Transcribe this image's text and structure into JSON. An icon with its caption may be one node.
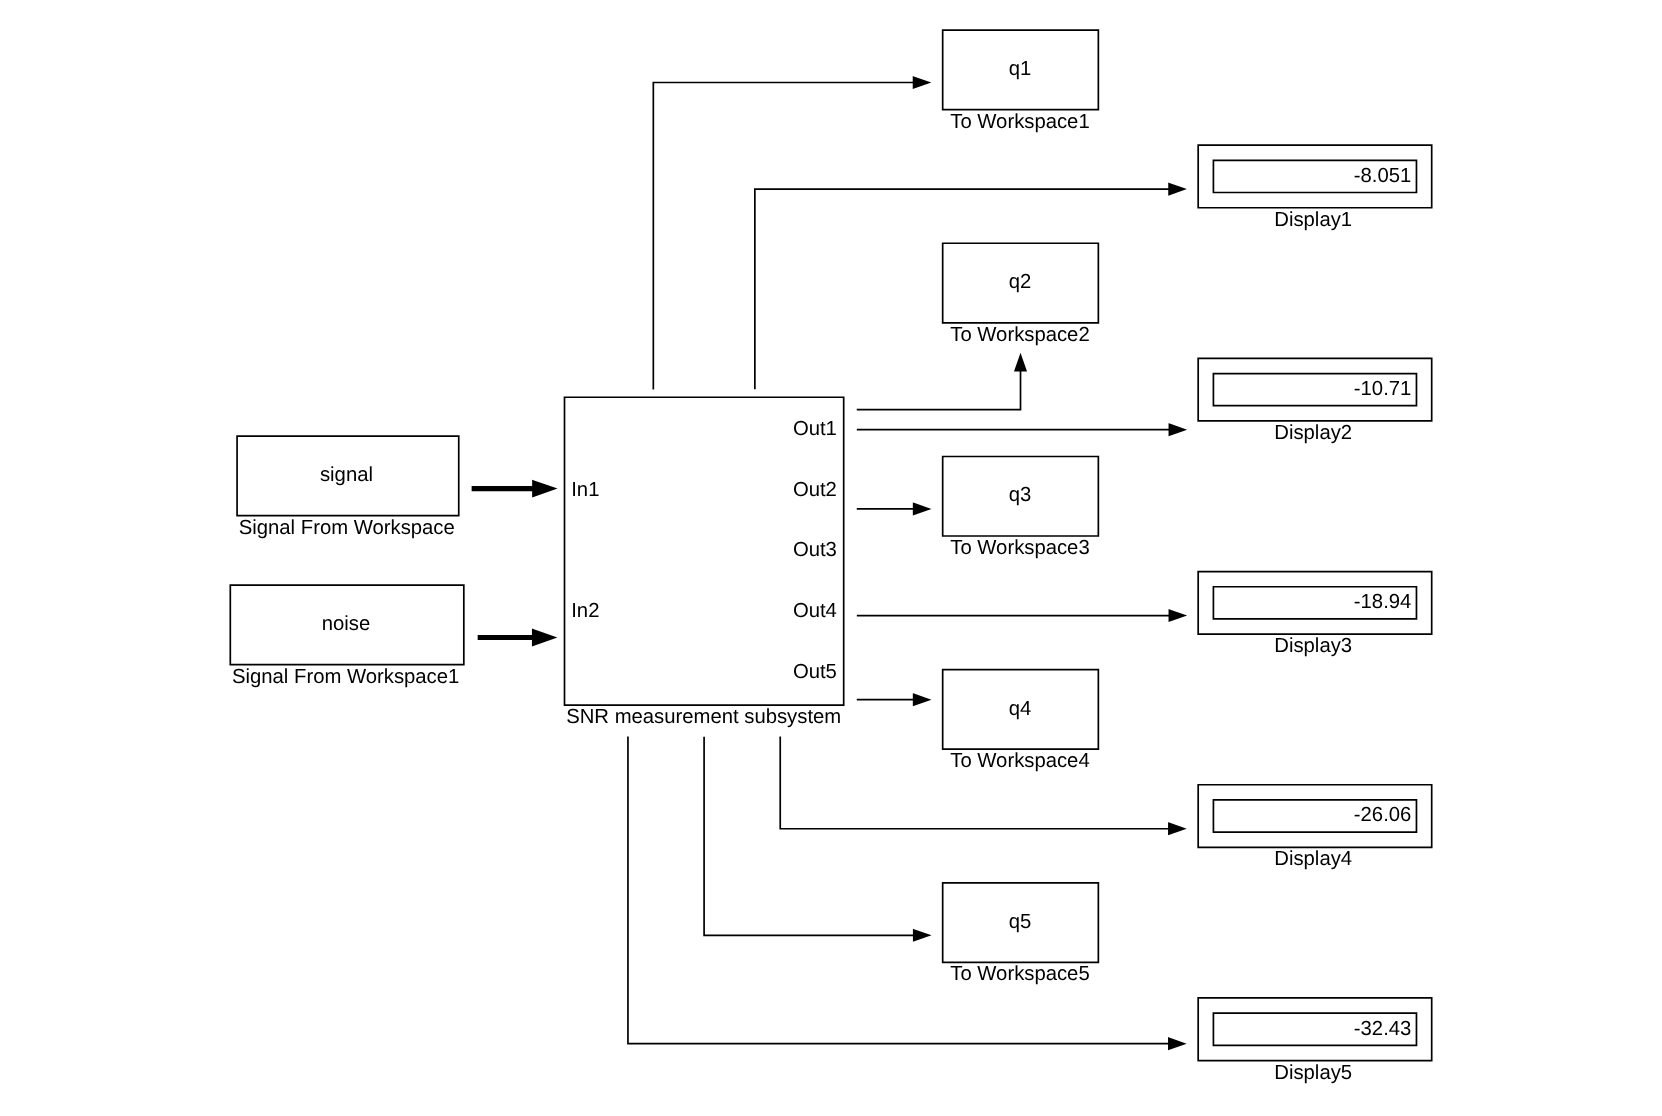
{
  "diagram": {
    "nodes": [
      {
        "text": [
          "signal"
        ],
        "beside": [
          "Signal From Workspace"
        ]
      },
      {
        "text": [
          "noise"
        ],
        "beside": [
          "Signal From Workspace1"
        ]
      },
      {
        "text": [
          "In1",
          "In2",
          "Out1",
          "Out2",
          "Out3",
          "Out4",
          "Out5"
        ],
        "beside": [
          "SNR measurement subsystem"
        ]
      },
      {
        "text": [
          "q1"
        ],
        "beside": [
          "To Workspace1"
        ]
      },
      {
        "text": [
          "-8.051"
        ],
        "beside": [
          "Display1"
        ]
      },
      {
        "text": [
          "q2"
        ],
        "beside": [
          "To Workspace2"
        ]
      },
      {
        "text": [
          "-10.71"
        ],
        "beside": [
          "Display2"
        ]
      },
      {
        "text": [
          "q3"
        ],
        "beside": [
          "To Workspace3"
        ]
      },
      {
        "text": [
          "-18.94"
        ],
        "beside": [
          "Display3"
        ]
      },
      {
        "text": [
          "q4"
        ],
        "beside": [
          "To Workspace4"
        ]
      },
      {
        "text": [
          "-26.06"
        ],
        "beside": [
          "Display4"
        ]
      },
      {
        "text": [
          "q5"
        ],
        "beside": [
          "To Workspace5"
        ]
      },
      {
        "text": [
          "-32.43"
        ],
        "beside": [
          "Display5"
        ]
      }
    ],
    "edges": [
      {
        "from": 0,
        "to": 2,
        "arrow": "to",
        "style": "thick"
      },
      {
        "from": 1,
        "to": 2,
        "arrow": "to",
        "style": "thick"
      },
      {
        "from": 2,
        "to": 3,
        "arrow": "to"
      },
      {
        "from": 2,
        "to": 4,
        "arrow": "to"
      },
      {
        "from": 2,
        "to": 5,
        "arrow": "to"
      },
      {
        "from": 2,
        "to": 6,
        "arrow": "to"
      },
      {
        "from": 2,
        "to": 7,
        "arrow": "to"
      },
      {
        "from": 2,
        "to": 8,
        "arrow": "to"
      },
      {
        "from": 2,
        "to": 9,
        "arrow": "to"
      },
      {
        "from": 2,
        "to": 10,
        "arrow": "to"
      },
      {
        "from": 2,
        "to": 11,
        "arrow": "to"
      },
      {
        "from": 2,
        "to": 12,
        "arrow": "to"
      }
    ]
  }
}
